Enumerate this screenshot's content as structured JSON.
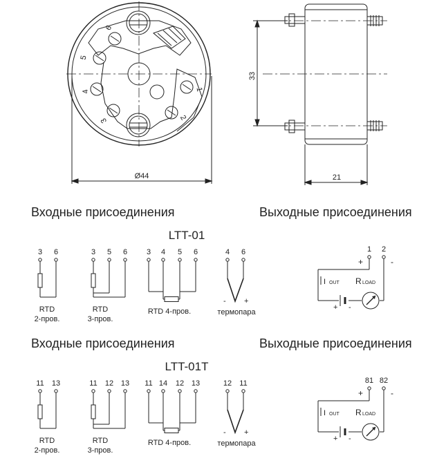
{
  "top": {
    "dim_diameter": "Ø44",
    "dim_height": "33",
    "dim_width": "21",
    "head_terminals": [
      "1",
      "2",
      "3",
      "4",
      "5",
      "6"
    ]
  },
  "blocks": [
    {
      "header_left": "Входные присоединения",
      "header_right": "Выходные присоединения",
      "model": "LTT-01",
      "rtd2": {
        "terminals": [
          "3",
          "6"
        ],
        "label1": "RTD",
        "label2": "2-пров."
      },
      "rtd3": {
        "terminals": [
          "3",
          "5",
          "6"
        ],
        "label1": "RTD",
        "label2": "3-пров."
      },
      "rtd4": {
        "terminals": [
          "3",
          "4",
          "5",
          "6"
        ],
        "label": "RTD 4-пров."
      },
      "tc": {
        "terminals": [
          "4",
          "6"
        ],
        "label": "термопара"
      },
      "output": {
        "terminals": [
          "1",
          "2"
        ],
        "iout": "I",
        "iout_sub": "OUT",
        "rload": "R",
        "rload_sub": "LOAD",
        "plus": "+",
        "minus": "-"
      }
    },
    {
      "header_left": "Входные присоединения",
      "header_right": "Выходные присоединения",
      "model": "LTT-01T",
      "rtd2": {
        "terminals": [
          "11",
          "13"
        ],
        "label1": "RTD",
        "label2": "2-пров."
      },
      "rtd3": {
        "terminals": [
          "11",
          "12",
          "13"
        ],
        "label1": "RTD",
        "label2": "3-пров."
      },
      "rtd4": {
        "terminals": [
          "11",
          "14",
          "12",
          "13"
        ],
        "label": "RTD 4-пров."
      },
      "tc": {
        "terminals": [
          "12",
          "11"
        ],
        "label": "термопара"
      },
      "output": {
        "terminals": [
          "81",
          "82"
        ],
        "iout": "I",
        "iout_sub": "OUT",
        "rload": "R",
        "rload_sub": "LOAD",
        "plus": "+",
        "minus": "-"
      }
    }
  ]
}
